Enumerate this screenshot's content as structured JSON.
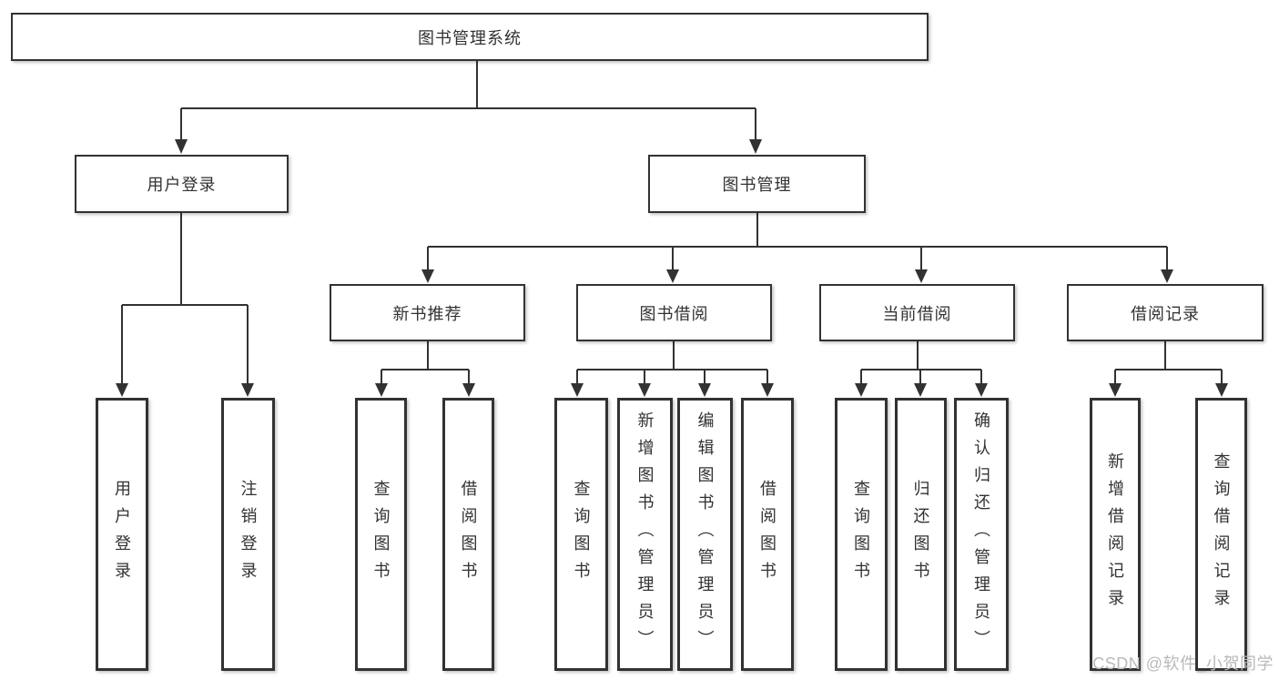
{
  "diagram": {
    "root": {
      "label": "图书管理系统"
    },
    "branches": [
      {
        "label": "用户登录",
        "children": [
          {
            "label": "用户登录"
          },
          {
            "label": "注销登录"
          }
        ]
      },
      {
        "label": "图书管理",
        "children": [
          {
            "label": "新书推荐",
            "children": [
              {
                "label": "查询图书"
              },
              {
                "label": "借阅图书"
              }
            ]
          },
          {
            "label": "图书借阅",
            "children": [
              {
                "label": "查询图书"
              },
              {
                "label": "新增图书（管理员）"
              },
              {
                "label": "编辑图书（管理员）"
              },
              {
                "label": "借阅图书"
              }
            ]
          },
          {
            "label": "当前借阅",
            "children": [
              {
                "label": "查询图书"
              },
              {
                "label": "归还图书"
              },
              {
                "label": "确认归还（管理员）"
              }
            ]
          },
          {
            "label": "借阅记录",
            "children": [
              {
                "label": "新增借阅记录"
              },
              {
                "label": "查询借阅记录"
              }
            ]
          }
        ]
      }
    ]
  },
  "watermark": {
    "text": "CSDN @软件_小贺同学",
    "color": "#b9b9b9"
  },
  "colors": {
    "line": "#323232",
    "box_border": "#323232",
    "text": "#323232",
    "background": "#ffffff"
  }
}
